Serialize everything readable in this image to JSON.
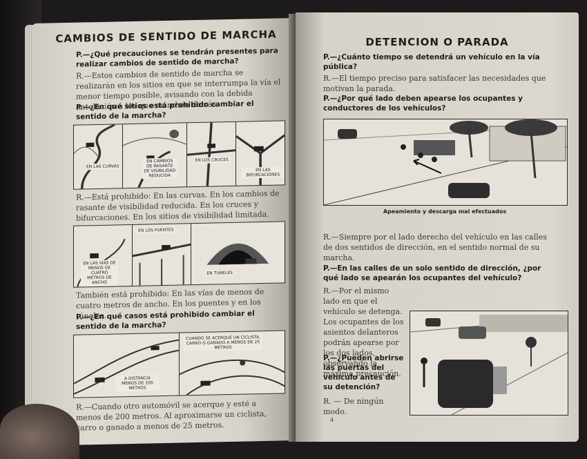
{
  "left_page": {
    "title": "CAMBIOS DE SENTIDO DE MARCHA",
    "q1": "P.—¿Qué precauciones se tendrán presentes para realizar cambios de sentido de marcha?",
    "a1": "R.—Estos cambios de sentido de marcha se realizarán en los sitios en que se interrumpa la vía el menor tiempo posible, avisando con la debida antelación a los que marchen detrás.",
    "q2": "P.—¿En qué sitios está prohibido cambiar el sentido de la marcha?",
    "fig1_labels": [
      "EN LAS CURVAS",
      "EN CAMBIOS DE RASANTE DE VISIBILIDAD REDUCIDA",
      "EN LOS CRUCES",
      "EN LAS BIFURCACIONES"
    ],
    "a2": "R.—Está prohibido: En las curvas. En los cambios de rasante de visibilidad reducida. En los cruces y bifurcaciones. En los sitios de visibilidad limitada.",
    "fig2_labels": [
      "EN LAS VIAS DE MENOS DE CUATRO METROS DE ANCHO",
      "EN LOS PUENTES",
      "EN TUNELES"
    ],
    "a3": "También está prohibido: En las vías de menos de cuatro metros de ancho. En los puentes y en los túneles.",
    "q3": "P.—¿En qué casos está prohibido cambiar el sentido de la marcha?",
    "fig3_labels": [
      "A DISTANCIA MENOS DE 200 METROS",
      "CUANDO SE ACERQUE UN CICLISTA, CARRO O GANADO A MENOS DE 25 METROS"
    ],
    "a4": "R.—Cuando otro automóvil se acerque y esté a menos de 200 metros. Al aproximarse un ciclista, carro o ganado a menos de 25 metros."
  },
  "right_page": {
    "title": "DETENCION O PARADA",
    "q1": "P.—¿Cuánto tiempo se detendrá un vehículo en la vía pública?",
    "a1": "R.—El tiempo preciso para satisfacer las necesidades que motivan la parada.",
    "q2": "P.—¿Por qué lado deben apearse los ocupantes y conductores de los vehículos?",
    "fig_caption": "Apeamiento y descarga mal efectuados",
    "a2": "R.—Siempre por el lado derecho del vehículo en las calles de dos sentidos de dirección, en el sentido normal de su marcha.",
    "q3": "P.—En las calles de un solo sentido de dirección, ¿por qué lado se apearán los ocupantes del vehículo?",
    "a3": "R.—Por el mismo lado en que el vehículo se detenga. Los ocupantes de los asientos delanteros podrán apearse por los dos lados, observando la máxima precaución.",
    "q4": "P.—¿Pueden abrirse las puertas del vehículo antes de su detención?",
    "a4": "R. — De ningún modo.",
    "page_number": "4"
  }
}
